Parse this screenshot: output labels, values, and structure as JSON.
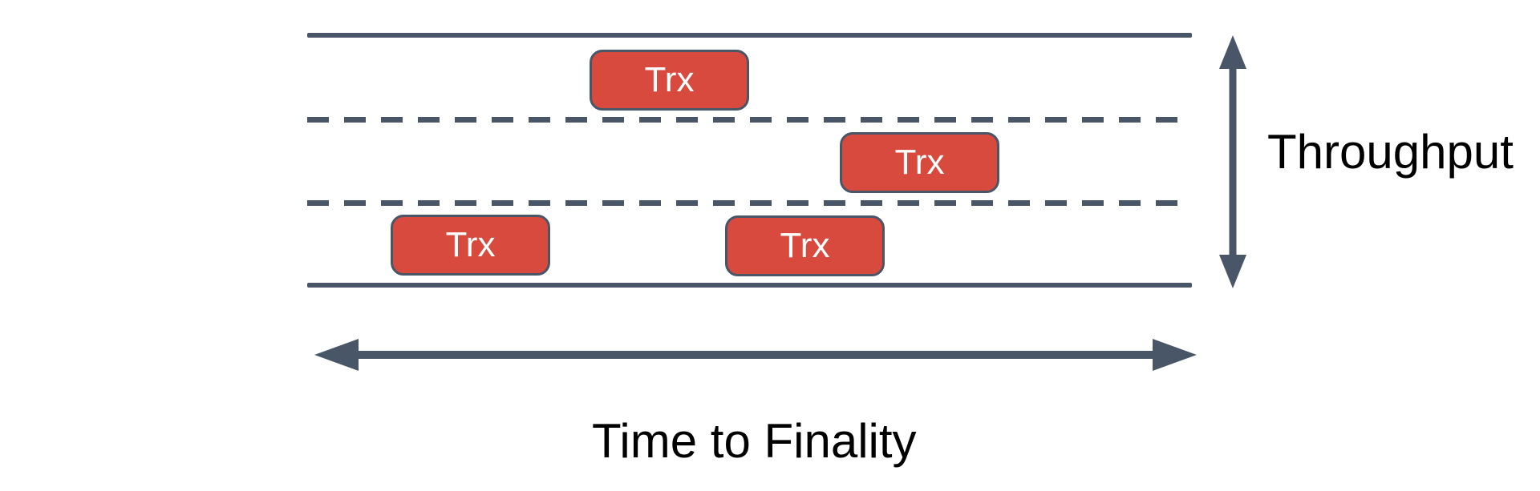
{
  "diagram": {
    "description": "Road diagram with three lanes of transactions illustrating throughput versus time to finality",
    "axes": {
      "vertical": {
        "label": "Throughput",
        "style": "double-headed-arrow"
      },
      "horizontal": {
        "label": "Time to Finality",
        "style": "double-headed-arrow"
      }
    },
    "road": {
      "lanes": 3,
      "boundary_style": "solid",
      "divider_style": "dashed"
    },
    "transactions": [
      {
        "label": "Trx",
        "lane": "top"
      },
      {
        "label": "Trx",
        "lane": "middle"
      },
      {
        "label": "Trx",
        "lane": "bottom"
      },
      {
        "label": "Trx",
        "lane": "bottom"
      }
    ],
    "colors": {
      "line": "#485668",
      "box_fill": "#d8493e",
      "box_border": "#485668",
      "box_text": "#ffffff",
      "label_text": "#000000",
      "background": "#ffffff"
    }
  }
}
